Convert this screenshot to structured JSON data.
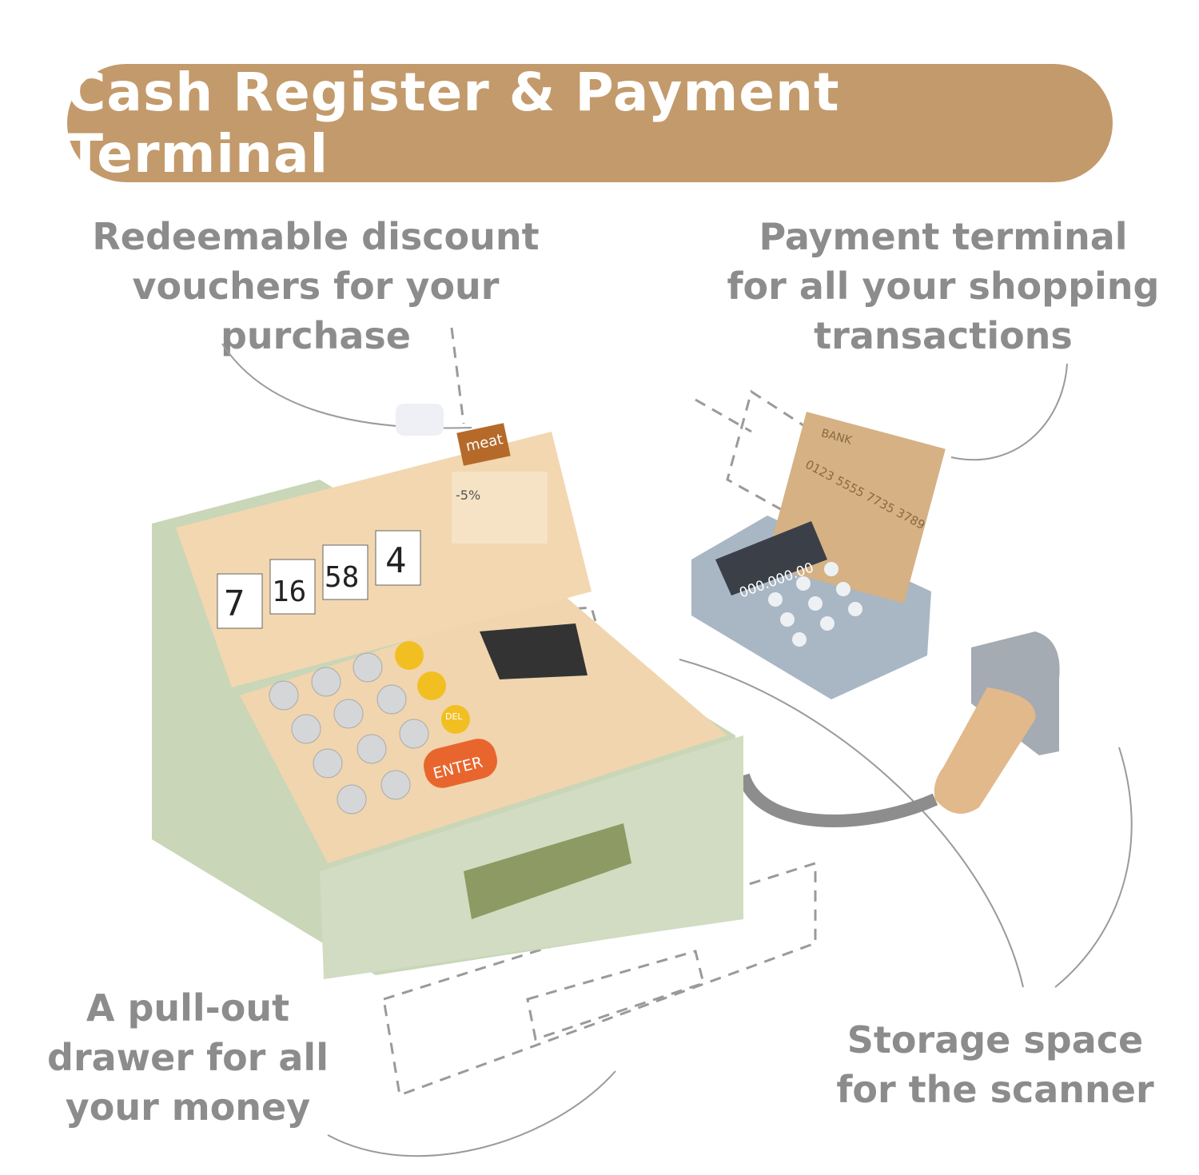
{
  "banner": {
    "title": "Cash Register & Payment Terminal"
  },
  "captions": {
    "vouchers": "Redeemable discount vouchers for your purchase",
    "terminal": "Payment terminal for all your shopping transactions",
    "drawer": "A pull-out drawer for all your money",
    "storage": "Storage space for the scanner"
  },
  "product": {
    "voucher_label": "meat",
    "discount_label": "-5%",
    "drum_digits": [
      "7",
      "16",
      "58",
      "4"
    ],
    "enter_key": "ENTER",
    "del_key": "DEL",
    "terminal_display": "000.000.00",
    "card_bank": "BANK",
    "card_number": "0123 5555 7735 3789"
  },
  "colors": {
    "banner": "#c39a6b",
    "caption_text": "#8c8c8c",
    "register_green": "#c9d6b8",
    "wood": "#f0d5ae",
    "terminal_gray": "#a9b6c4",
    "enter_orange": "#e8662e",
    "key_yellow": "#f2bf22"
  }
}
